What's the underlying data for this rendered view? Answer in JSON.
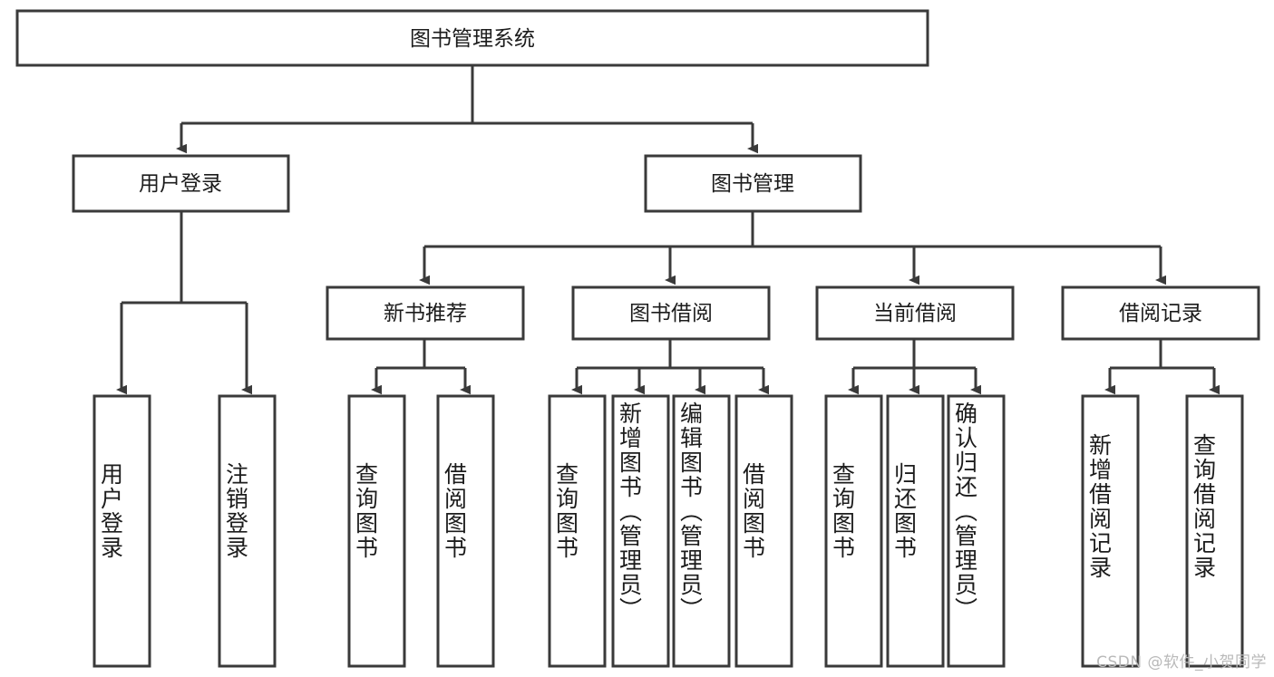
{
  "diagram": {
    "type": "tree",
    "title": "图书管理系统",
    "watermark": "CSDN @软件_小贺同学",
    "colors": {
      "box_stroke": "#3a3a3a",
      "box_fill": "#ffffff",
      "text": "#1c1c1c",
      "background": "#ffffff",
      "watermark": "#b9b9b9"
    },
    "levels": {
      "root": {
        "label": "图书管理系统"
      },
      "level2": [
        {
          "label": "用户登录"
        },
        {
          "label": "图书管理"
        }
      ],
      "level3": [
        {
          "label": "新书推荐"
        },
        {
          "label": "图书借阅"
        },
        {
          "label": "当前借阅"
        },
        {
          "label": "借阅记录"
        }
      ],
      "leaves": [
        {
          "label": "用户登录",
          "parent": "用户登录"
        },
        {
          "label": "注销登录",
          "parent": "用户登录"
        },
        {
          "label": "查询图书",
          "parent": "新书推荐"
        },
        {
          "label": "借阅图书",
          "parent": "新书推荐"
        },
        {
          "label": "查询图书",
          "parent": "图书借阅"
        },
        {
          "label": "新增图书（管理员）",
          "parent": "图书借阅"
        },
        {
          "label": "编辑图书（管理员）",
          "parent": "图书借阅"
        },
        {
          "label": "借阅图书",
          "parent": "图书借阅"
        },
        {
          "label": "查询图书",
          "parent": "当前借阅"
        },
        {
          "label": "归还图书",
          "parent": "当前借阅"
        },
        {
          "label": "确认归还（管理员）",
          "parent": "当前借阅"
        },
        {
          "label": "新增借阅记录",
          "parent": "借阅记录"
        },
        {
          "label": "查询借阅记录",
          "parent": "借阅记录"
        }
      ]
    }
  }
}
